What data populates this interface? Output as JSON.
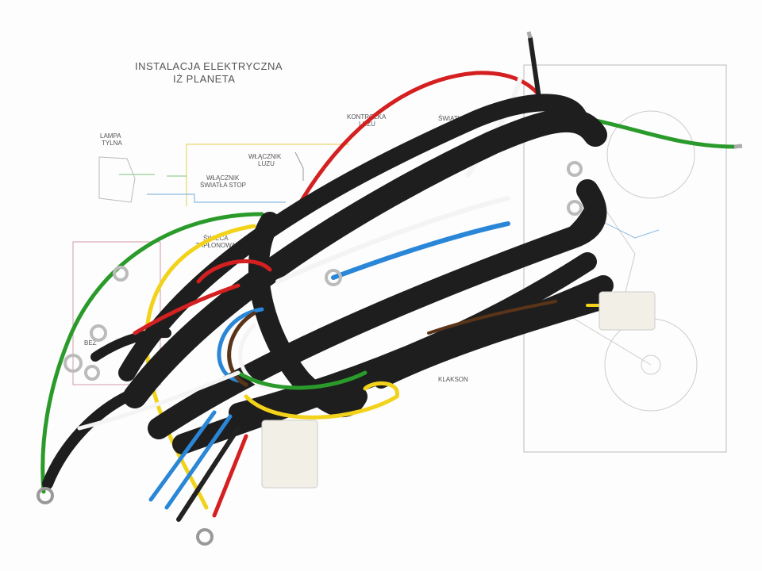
{
  "diagram": {
    "title_line1": "INSTALACJA ELEKTRYCZNA",
    "title_line2": "IŻ PLANETA",
    "labels": {
      "lampa_1": "LAMPA",
      "lampa_2": "TYLNA",
      "wlacznik_luzu_1": "WŁĄCZNIK",
      "wlacznik_luzu_2": "LUZU",
      "stop_1": "WŁĄCZNIK",
      "stop_2": "ŚWIATŁA STOP",
      "kontrolka_1": "KONTROLKA",
      "kontrolka_2": "LUZU",
      "swieca_1": "ŚWIECA",
      "swieca_2": "ZAPŁONOWA",
      "swiatla": "ŚWIATŁA",
      "bez": "BEZ",
      "klakson": "KLAKSON"
    }
  },
  "colors": {
    "cable": "#1e1e1e",
    "red": "#d42020",
    "green": "#2a9a2a",
    "yellow": "#f2d21a",
    "blue": "#2a86d6",
    "white": "#f4f4f4",
    "brown": "#5a3418"
  }
}
